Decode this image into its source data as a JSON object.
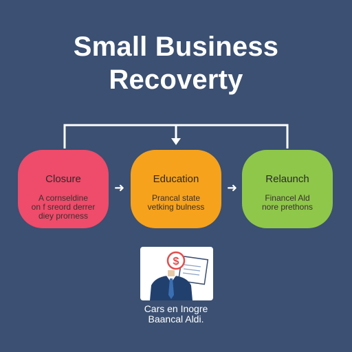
{
  "title": {
    "line1": "Small Business",
    "line2": "Recoverty"
  },
  "stages": [
    {
      "label": "Closure",
      "description": "A cornseldine\non f sreord derrer\ndiey prorness",
      "color": "#ef4b6a"
    },
    {
      "label": "Education",
      "description": "Prancal state\nvetking bulness",
      "color": "#f6a21c"
    },
    {
      "label": "Relaunch",
      "description": "Financel Ald\nnore prethons",
      "color": "#8fc74a"
    }
  ],
  "colors": {
    "background": "#3b5072",
    "connector": "#ffffff",
    "dollar_icon": "#e64b4b",
    "tie": "#3a6fb3",
    "suit": "#22406e"
  },
  "icons": [
    "dollar-icon",
    "document-icon",
    "businessman-icon",
    "arrow-right-icon"
  ],
  "caption": {
    "line1": "Cars en Inogre",
    "line2": "Baancal Aldi."
  }
}
